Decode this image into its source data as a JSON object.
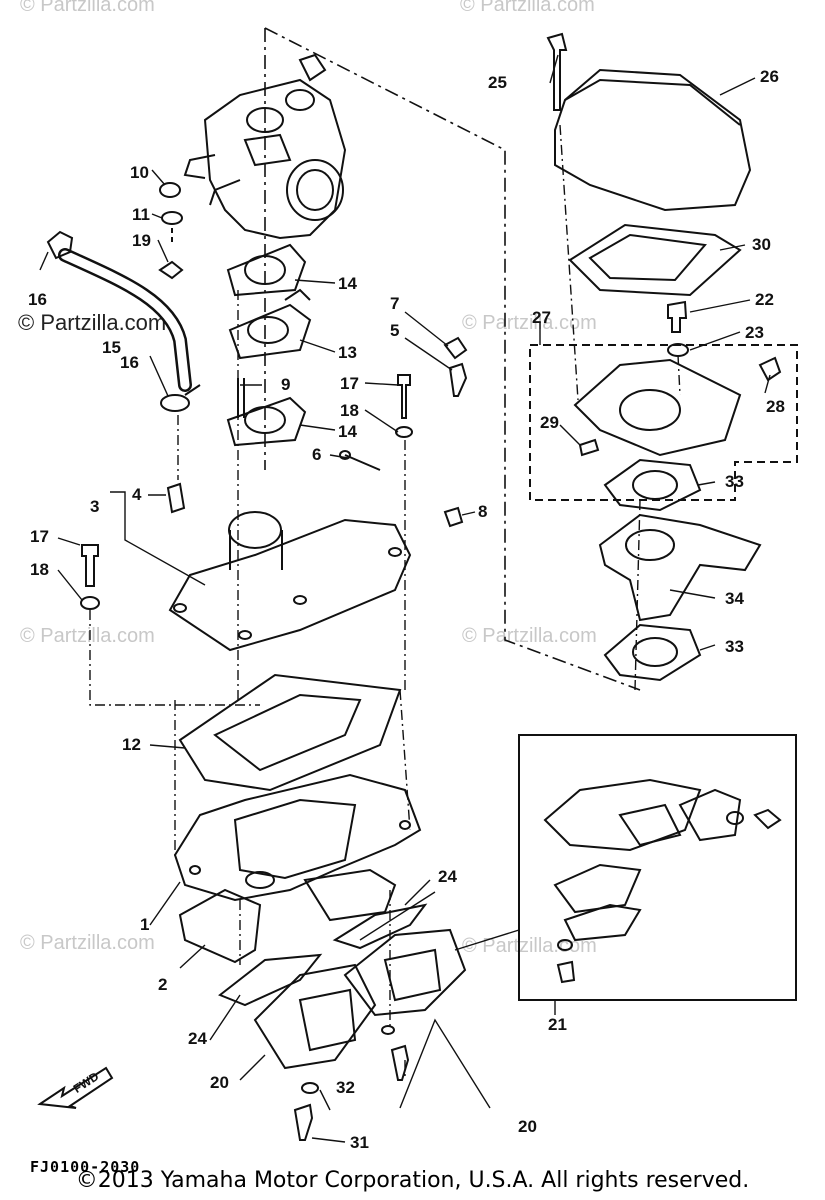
{
  "watermarks": {
    "top_left": "© Partzilla.com",
    "top_right": "© Partzilla.com",
    "mid_left_dark": "© Partzilla.com",
    "mid_right": "© Partzilla.com",
    "lower_left": "© Partzilla.com",
    "lower_right": "© Partzilla.com",
    "bottom_left": "© Partzilla.com",
    "bottom_right": "© Partzilla.com"
  },
  "callouts": {
    "n1": "1",
    "n2": "2",
    "n3": "3",
    "n4": "4",
    "n5": "5",
    "n6": "6",
    "n7": "7",
    "n8": "8",
    "n9": "9",
    "n10": "10",
    "n11": "11",
    "n12": "12",
    "n13": "13",
    "n14a": "14",
    "n14b": "14",
    "n15": "15",
    "n16a": "16",
    "n16b": "16",
    "n17a": "17",
    "n17b": "17",
    "n18a": "18",
    "n18b": "18",
    "n19": "19",
    "n20a": "20",
    "n20b": "20",
    "n21": "21",
    "n22": "22",
    "n23": "23",
    "n24a": "24",
    "n24b": "24",
    "n25": "25",
    "n26": "26",
    "n27": "27",
    "n28": "28",
    "n29": "29",
    "n30": "30",
    "n31": "31",
    "n32": "32",
    "n33a": "33",
    "n33b": "33",
    "n34": "34"
  },
  "fwd_label": "FWD",
  "diagram_code": "FJ0100-2030",
  "copyright": "©2013  Yamaha Motor Corporation, U.S.A. All rights reserved."
}
